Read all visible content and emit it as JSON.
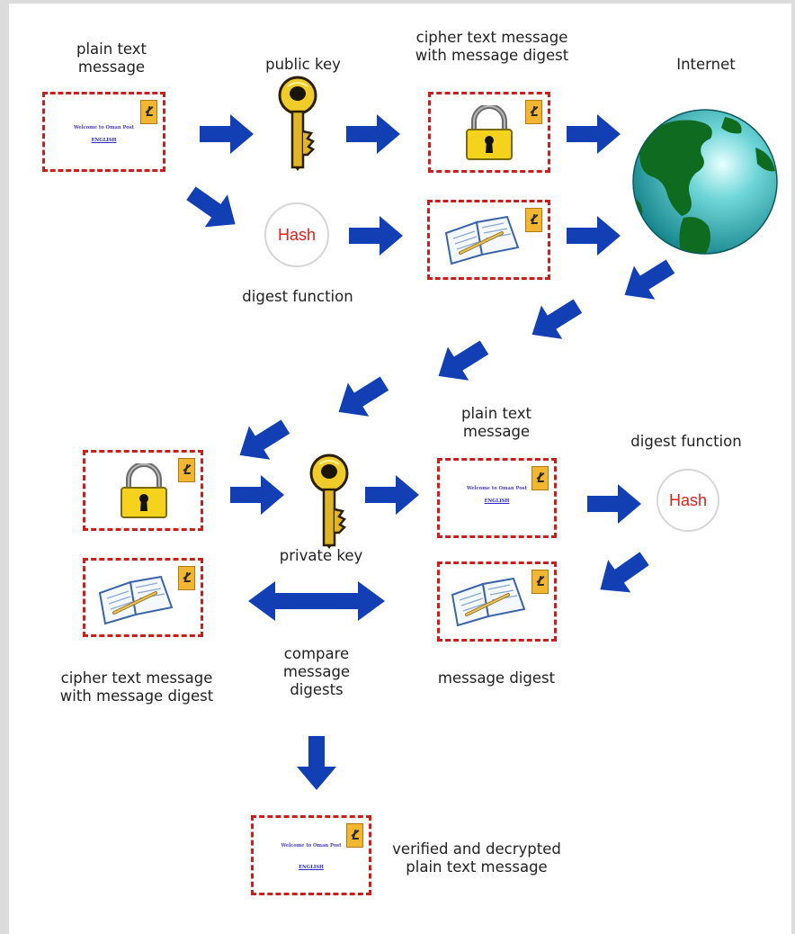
{
  "labels": {
    "sender_plain": [
      "plain text",
      "message"
    ],
    "public_key": "public key",
    "cipher_top": [
      "cipher text message",
      "with message digest"
    ],
    "internet": "Internet",
    "digest_function_top": "digest function",
    "receiver_plain": [
      "plain text",
      "message"
    ],
    "digest_function_right": "digest function",
    "private_key": "private key",
    "cipher_bottom": [
      "cipher text message",
      "with message digest"
    ],
    "compare": [
      "compare",
      "message",
      "digests"
    ],
    "message_digest": "message digest",
    "verified": [
      "verified and decrypted",
      "plain text message"
    ]
  },
  "hash_text": "Hash",
  "envelope_text": {
    "line1": "Welcome to Oman Post",
    "line2": "ENGLISH"
  },
  "colors": {
    "arrow": "#123fb3",
    "envelope_border": "#c81e1e",
    "hash_text": "#e0201a",
    "stamp": "#f2b632",
    "lock_body": "#f5d21c",
    "globe_ocean": "#2bb8bd",
    "globe_land": "#0f6b1f"
  },
  "icons": [
    "envelope-icon",
    "key-icon",
    "padlock-icon",
    "book-icon",
    "globe-icon",
    "hash-circle-icon",
    "arrow-icon"
  ]
}
